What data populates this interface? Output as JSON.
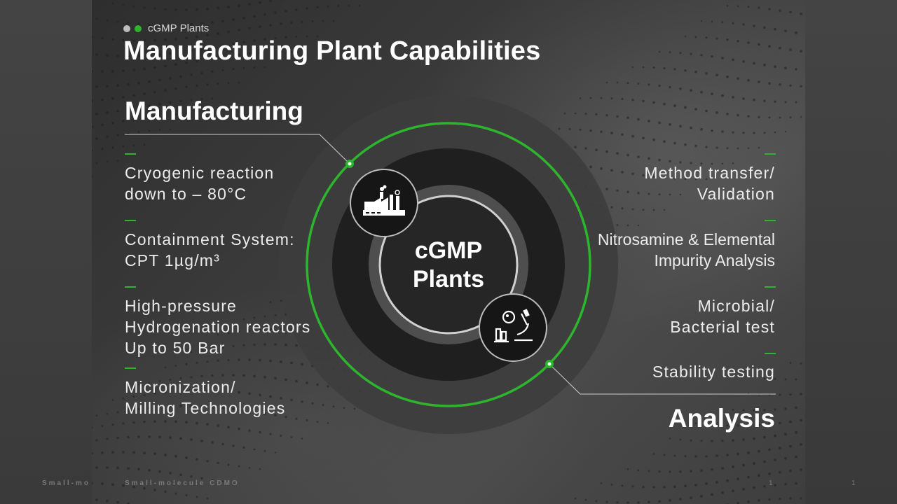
{
  "header": {
    "eyebrow": "cGMP  Plants",
    "title": "Manufacturing Plant Capabilities"
  },
  "manufacturing": {
    "heading": "Manufacturing",
    "items": [
      {
        "line1": "Cryogenic reaction",
        "line2": "down to – 80°C",
        "line3": ""
      },
      {
        "line1": "Containment System:",
        "line2": "CPT 1µg/m³",
        "line3": ""
      },
      {
        "line1": "High-pressure",
        "line2": "Hydrogenation reactors",
        "line3": "Up to 50 Bar"
      },
      {
        "line1": "Micronization/",
        "line2": "Milling Technologies",
        "line3": ""
      }
    ]
  },
  "analysis": {
    "heading": "Analysis",
    "items": [
      {
        "line1": "Method transfer/",
        "line2": "Validation"
      },
      {
        "line1": "Nitrosamine & Elemental",
        "line2": "Impurity Analysis"
      },
      {
        "line1": "Microbial/",
        "line2": "Bacterial test"
      },
      {
        "line1": "Stability testing",
        "line2": ""
      }
    ]
  },
  "center": {
    "line1": "cGMP",
    "line2": "Plants"
  },
  "icons": {
    "top": "factory-icon",
    "bottom": "microscope-lab-icon"
  },
  "colors": {
    "accent": "#2db52d",
    "text": "#ffffff"
  },
  "footer": {
    "left_text": "Small-molecule CDMO",
    "left_text_cropped": "Small-mo",
    "page_number": "1",
    "page_number_right": "1"
  }
}
